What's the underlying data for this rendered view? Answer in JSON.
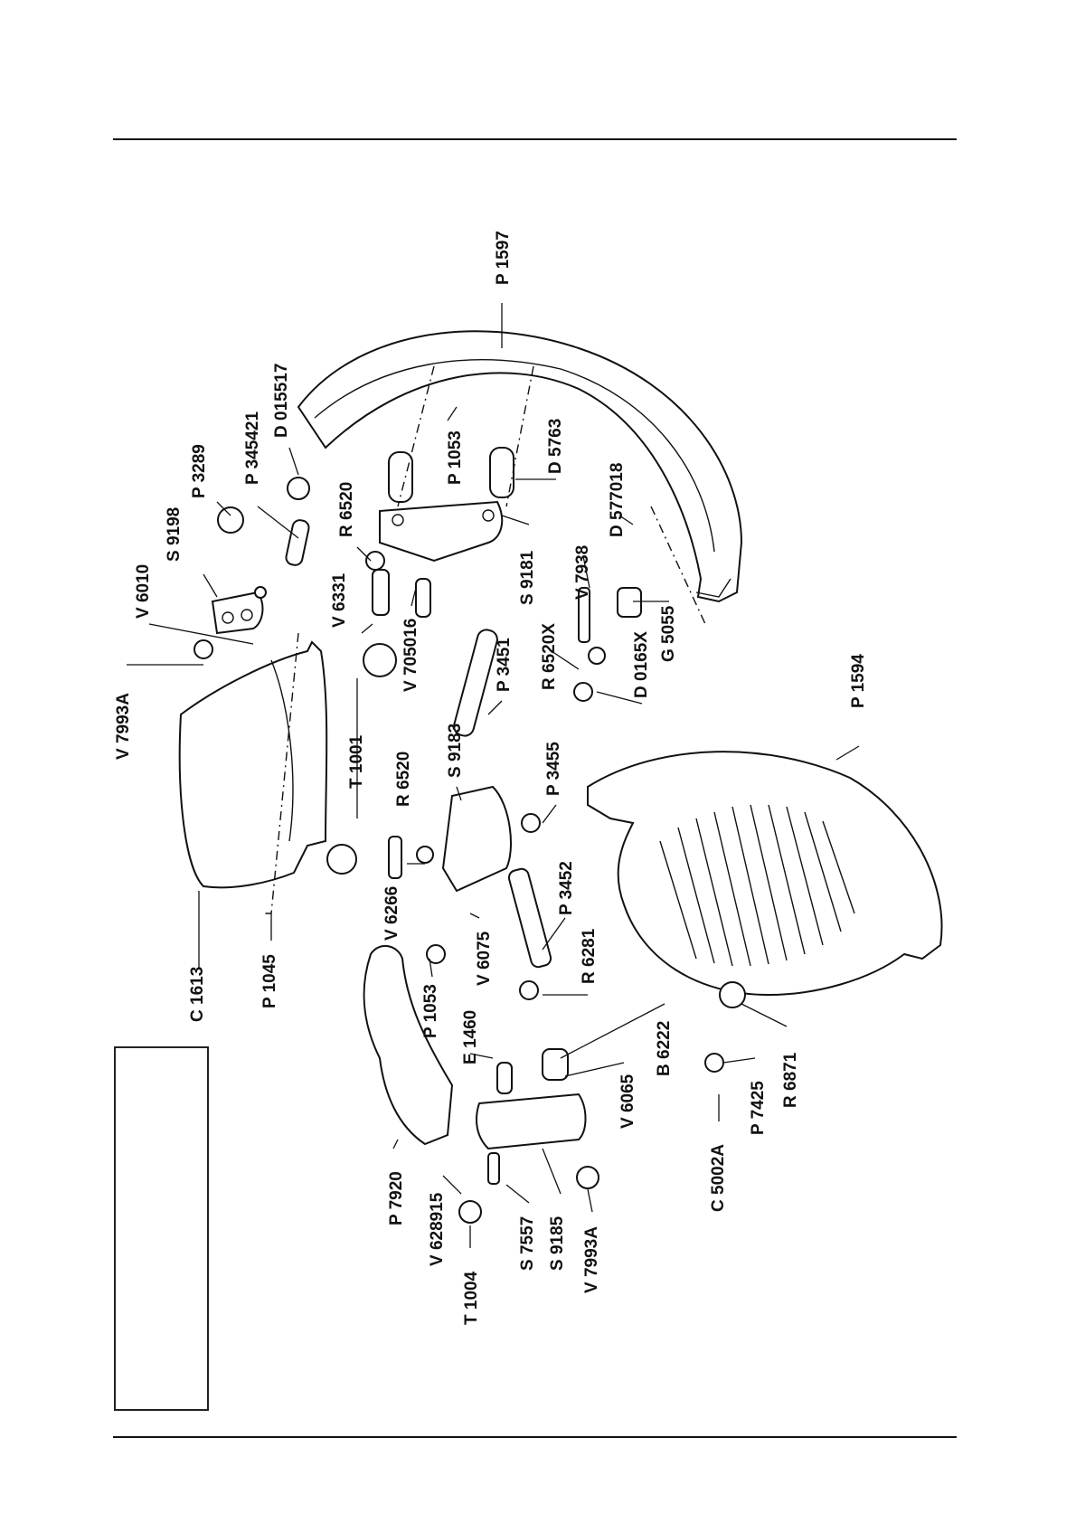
{
  "part_labels": [
    "P 1597",
    "D 015517",
    "P 345421",
    "P 3289",
    "S 9198",
    "V 6010",
    "V 7993A",
    "P 1053",
    "D 5763",
    "R 6520",
    "S 9181",
    "V 6331",
    "D 577018",
    "V 7938",
    "R 6520X",
    "D 0165X",
    "G 5055",
    "V 705016",
    "P 3451",
    "S 9183",
    "R 6520",
    "P 3455",
    "T 1001",
    "P 1594",
    "C 1613",
    "P 1045",
    "V 6266",
    "V 6075",
    "P 3452",
    "R 6281",
    "P 1053",
    "E 1460",
    "B 6222",
    "V 6065",
    "R 6871",
    "P 7425",
    "C 5002A",
    "P 7920",
    "V 628915",
    "T 1004",
    "S 7557",
    "S 9185",
    "V 7993A"
  ]
}
